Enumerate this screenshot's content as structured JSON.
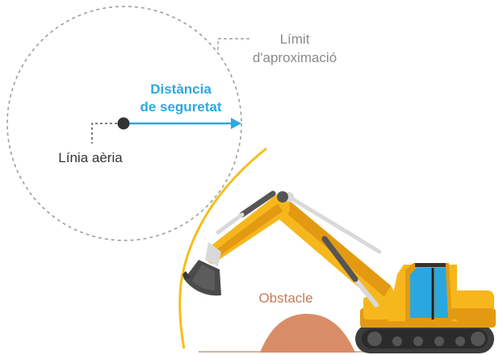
{
  "labels": {
    "limit_line1": "Límit",
    "limit_line2": "d'aproximació",
    "distance_line1": "Distància",
    "distance_line2": "de seguretat",
    "power_line": "Línia aèria",
    "obstacle": "Obstacle"
  },
  "colors": {
    "approach_circle": "#9e9e9e",
    "safety_arrow": "#2ea8e0",
    "reach_arc": "#f6be1b",
    "excavator_body": "#f6b71d",
    "excavator_shadow": "#e39a12",
    "bucket": "#4a4a4a",
    "tracks": "#3c3c3c",
    "cab_glass": "#2aa7df",
    "mound": "#d98d67",
    "ground": "#c89a80"
  }
}
